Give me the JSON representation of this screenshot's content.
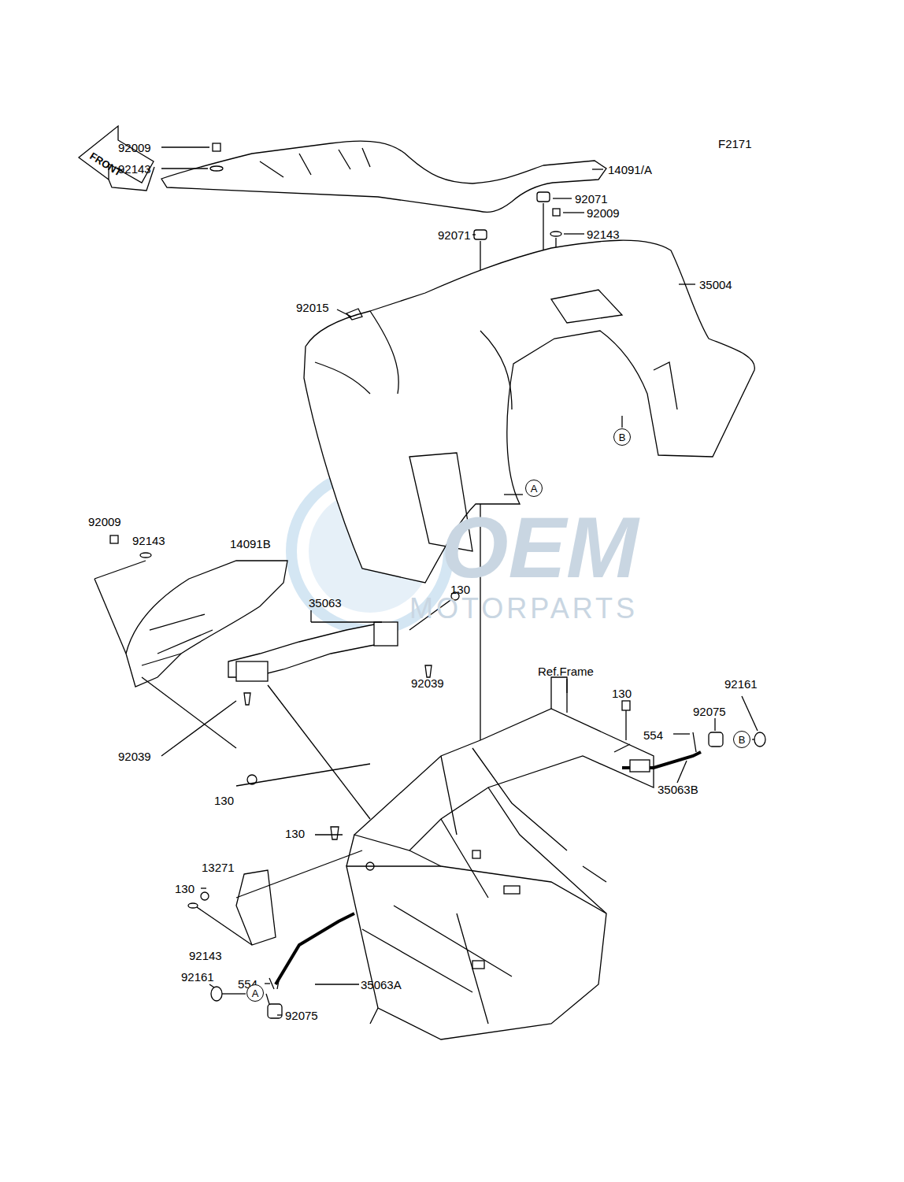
{
  "diagram": {
    "nodes": [
      {
        "text": [
          "B"
        ]
      },
      {
        "text": [
          "A"
        ]
      },
      {
        "text": [
          "B"
        ]
      },
      {
        "text": [
          "A"
        ]
      }
    ],
    "edges": [],
    "labels": [
      "F2171",
      "FRONT",
      "92009",
      "92143",
      "14091/A",
      "92071",
      "92009",
      "92071",
      "92143",
      "35004",
      "92015",
      "92009",
      "92143",
      "14091B",
      "130",
      "35063",
      "92039",
      "Ref.Frame",
      "92161",
      "130",
      "92075",
      "554",
      "92039",
      "35063B",
      "130",
      "130",
      "13271",
      "130",
      "92143",
      "92161",
      "554",
      "35063A",
      "92075",
      "OEM",
      "MOTORPARTS"
    ]
  }
}
